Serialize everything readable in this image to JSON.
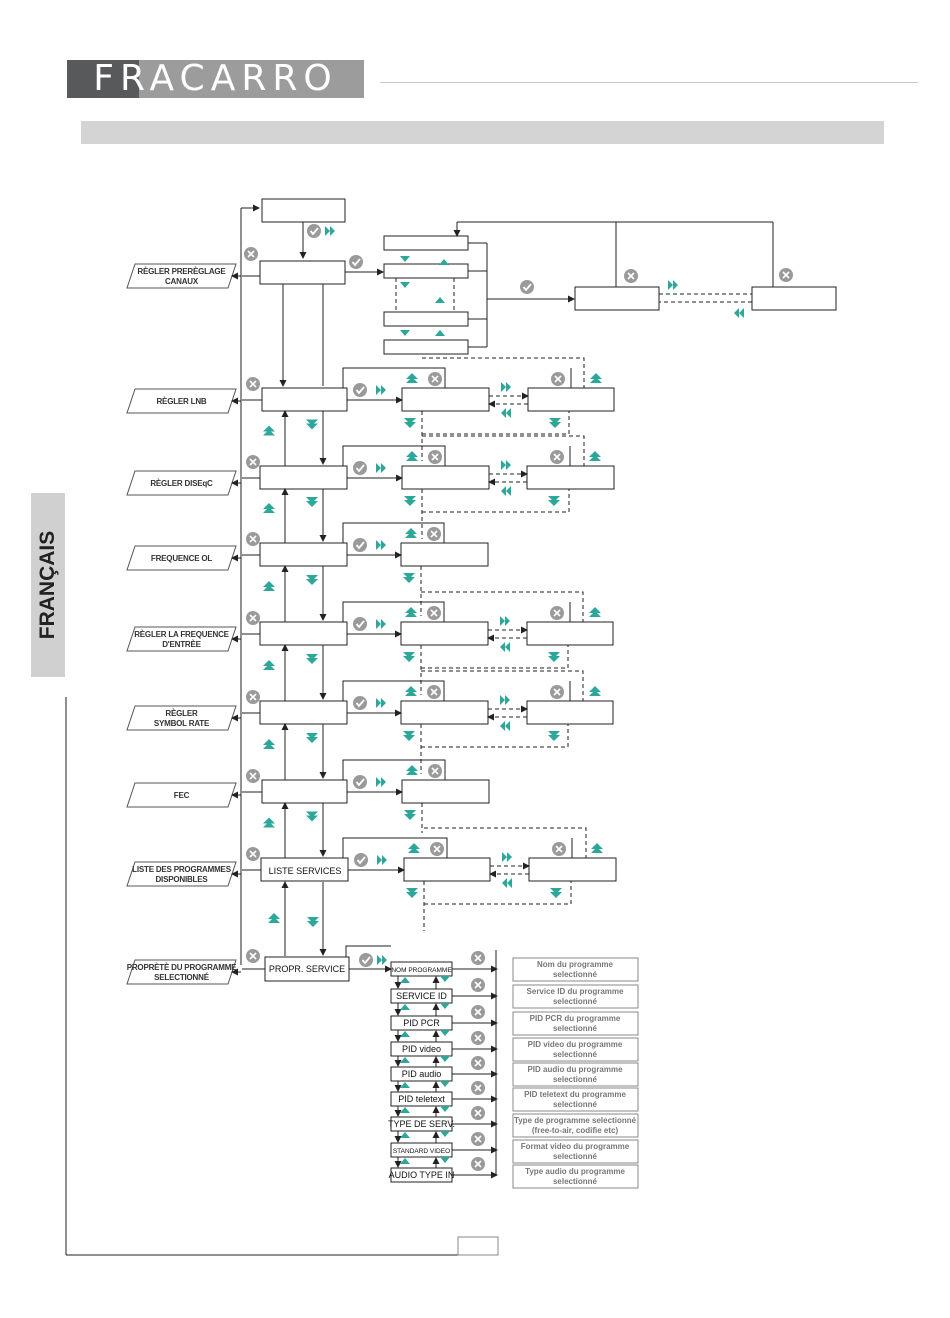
{
  "brand": {
    "logo_text": "FRACARRO"
  },
  "side_tab": {
    "text": "FRANÇAIS"
  },
  "menu_labels": [
    {
      "lines": [
        "RÈGLER PRERÈGLAGE",
        "CANAUX"
      ]
    },
    {
      "lines": [
        "RÈGLER LNB"
      ]
    },
    {
      "lines": [
        "RÈGLER DISEqC"
      ]
    },
    {
      "lines": [
        "FREQUENCE OL"
      ]
    },
    {
      "lines": [
        "RÈGLER LA FREQUENCE",
        "D'ENTRÈE"
      ]
    },
    {
      "lines": [
        "RÈGLER",
        "SYMBOL RATE"
      ]
    },
    {
      "lines": [
        "FEC"
      ]
    },
    {
      "lines": [
        "LISTE DES PROGRAMMES",
        "DISPONIBLES"
      ]
    },
    {
      "lines": [
        "PROPRÈTÈ DU PROGRAMME",
        "SELECTIONNÉ"
      ]
    }
  ],
  "boxes": {
    "liste_services": "LISTE SERVICES",
    "propr_service": "PROPR. SERVICE"
  },
  "service_items": [
    "NOM PROGRAMME",
    "SERVICE ID",
    "PID  PCR",
    "PID video",
    "PID audio",
    "PID teletext",
    "TYPE DE SERV.",
    "STANDARD VIDEO",
    "AUDIO TYPE IN"
  ],
  "descriptions": [
    {
      "lines": [
        "Nom du programme",
        "selectionné"
      ]
    },
    {
      "lines": [
        "Service ID du programme",
        "selectionné"
      ]
    },
    {
      "lines": [
        "PID PCR du programme",
        "selectionné"
      ]
    },
    {
      "lines": [
        "PID video du programme",
        "selectionné"
      ]
    },
    {
      "lines": [
        "PID audio du programme",
        "selectionné"
      ]
    },
    {
      "lines": [
        "PID teletext du programme",
        "selectionné"
      ]
    },
    {
      "lines": [
        "Type de programme selectionné",
        "(free-to-air, codifìe etc)"
      ]
    },
    {
      "lines": [
        "Format video du programme",
        "selectionné"
      ]
    },
    {
      "lines": [
        "Type audio du programme",
        "selectionné"
      ]
    }
  ],
  "colors": {
    "accent_teal": "#2ea79b",
    "icon_grey": "#9a9a9a",
    "logo_dark": "#58595b",
    "logo_light": "#9c9c9c",
    "header_bar": "#d4d4d4",
    "side_tab": "#d0d0d0"
  },
  "icons": [
    "check-icon",
    "cross-icon",
    "double-arrow-right-icon",
    "double-arrow-left-icon",
    "arrow-up-icon",
    "arrow-down-icon"
  ]
}
